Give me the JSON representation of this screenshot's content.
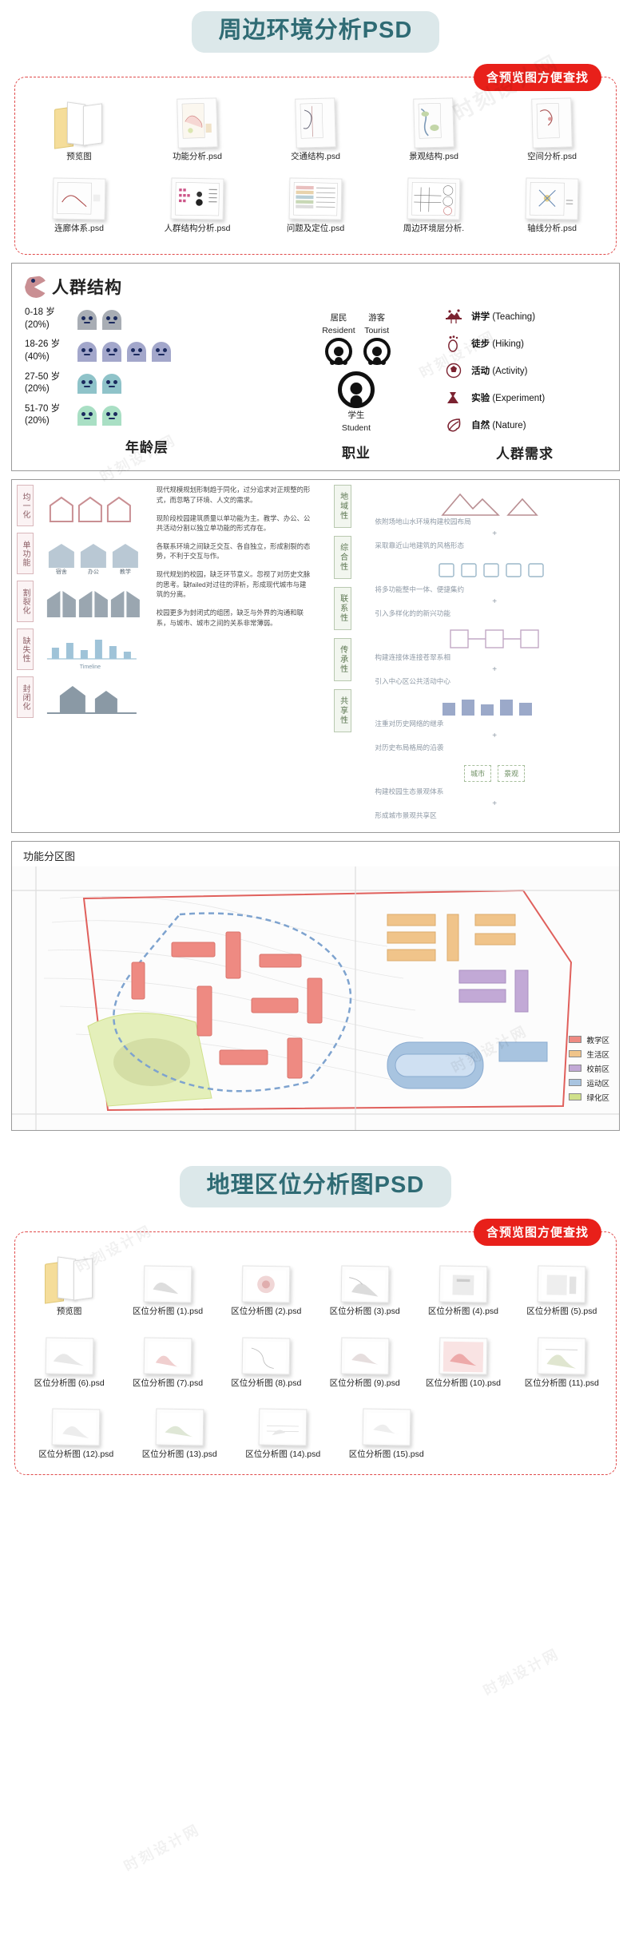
{
  "watermark": "时刻设计网",
  "sections": [
    {
      "id": "surrounding",
      "banner_title": "周边环境分析PSD",
      "ribbon": "含预览图方便查找",
      "rows": [
        [
          {
            "label": "预览图",
            "icon": "folder-icon"
          },
          {
            "label": "功能分析.psd",
            "icon": "psd-thumb"
          },
          {
            "label": "交通结构.psd",
            "icon": "psd-thumb"
          },
          {
            "label": "景观结构.psd",
            "icon": "psd-thumb"
          },
          {
            "label": "空间分析.psd",
            "icon": "psd-thumb"
          }
        ],
        [
          {
            "label": "连廊体系.psd",
            "icon": "psd-thumb"
          },
          {
            "label": "人群结构分析.psd",
            "icon": "psd-thumb"
          },
          {
            "label": "问题及定位.psd",
            "icon": "psd-thumb"
          },
          {
            "label": "周边环境层分析.",
            "icon": "psd-thumb"
          },
          {
            "label": "轴线分析.psd",
            "icon": "psd-thumb"
          }
        ]
      ]
    },
    {
      "id": "geo",
      "banner_title": "地理区位分析图PSD",
      "ribbon": "含预览图方便查找",
      "rows": [
        [
          {
            "label": "预览图",
            "icon": "folder-icon"
          },
          {
            "label": "区位分析图 (1).psd",
            "icon": "psd-thumb"
          },
          {
            "label": "区位分析图 (2).psd",
            "icon": "psd-thumb"
          },
          {
            "label": "区位分析图 (3).psd",
            "icon": "psd-thumb"
          },
          {
            "label": "区位分析图 (4).psd",
            "icon": "psd-thumb"
          },
          {
            "label": "区位分析图 (5).psd",
            "icon": "psd-thumb"
          }
        ],
        [
          {
            "label": "区位分析图 (6).psd",
            "icon": "psd-thumb"
          },
          {
            "label": "区位分析图 (7).psd",
            "icon": "psd-thumb"
          },
          {
            "label": "区位分析图 (8).psd",
            "icon": "psd-thumb"
          },
          {
            "label": "区位分析图 (9).psd",
            "icon": "psd-thumb"
          },
          {
            "label": "区位分析图 (10).psd",
            "icon": "psd-thumb"
          },
          {
            "label": "区位分析图 (11).psd",
            "icon": "psd-thumb"
          }
        ],
        [
          {
            "label": "区位分析图 (12).psd",
            "icon": "psd-thumb"
          },
          {
            "label": "区位分析图 (13).psd",
            "icon": "psd-thumb"
          },
          {
            "label": "区位分析图 (14).psd",
            "icon": "psd-thumb"
          },
          {
            "label": "区位分析图 (15).psd",
            "icon": "psd-thumb"
          }
        ]
      ]
    }
  ],
  "crowd": {
    "title": "人群结构",
    "age_column_title": "年龄层",
    "job_column_title": "职业",
    "need_column_title": "人群需求",
    "ages": [
      {
        "range": "0-18 岁",
        "percent": "(20%)",
        "count": 2,
        "color": "#a8adb4"
      },
      {
        "range": "18-26 岁",
        "percent": "(40%)",
        "count": 4,
        "color": "#a3a7cb"
      },
      {
        "range": "27-50 岁",
        "percent": "(20%)",
        "count": 2,
        "color": "#8fc3c9"
      },
      {
        "range": "51-70 岁",
        "percent": "(20%)",
        "count": 2,
        "color": "#a9dfc4"
      }
    ],
    "jobs": [
      {
        "cn": "居民",
        "en": "Resident"
      },
      {
        "cn": "游客",
        "en": "Tourist"
      },
      {
        "cn": "学生",
        "en": "Student"
      }
    ],
    "needs": [
      {
        "icon": "teaching-icon",
        "cn": "讲学",
        "en": "(Teaching)"
      },
      {
        "icon": "footprint-icon",
        "cn": "徒步",
        "en": "(Hiking)"
      },
      {
        "icon": "ball-icon",
        "cn": "活动",
        "en": "(Activity)"
      },
      {
        "icon": "flask-icon",
        "cn": "实验",
        "en": "(Experiment)"
      },
      {
        "icon": "leaf-icon",
        "cn": "自然",
        "en": "(Nature)"
      }
    ]
  },
  "strategy": {
    "problems": [
      {
        "label": "均一化",
        "text": "现代规模规划形制趋于同化，过分追求对正规整的形式，而忽略了环境、人文的需求。"
      },
      {
        "label": "单功能",
        "text": "现阶段校园建筑质量以单功能为主。教学、办公、公共活动分割以独立单功能的形式存在。",
        "icon_labels": [
          "宿舍",
          "办公",
          "教学"
        ]
      },
      {
        "label": "割裂化",
        "text": "各联系环境之间缺乏交互、各自独立，形成割裂的态势，不利于交互与作。"
      },
      {
        "label": "缺失性",
        "text": "现代规划的校园，缺乏环节意义。忽视了对历史文脉的思考。缺failed对过往的评析，形成现代城市与建筑的分离。",
        "icon_labels": [
          "Timeline"
        ]
      },
      {
        "label": "封闭化",
        "text": "校园更多为封闭式的组团，缺乏与外界的沟通和联系，与城市、城市之间的关系非常薄弱。"
      }
    ],
    "tags": [
      {
        "label": "地域性",
        "accent": "#c98f93"
      },
      {
        "label": "综合性",
        "accent": "#9bb7c9"
      },
      {
        "label": "联系性",
        "accent": "#c2a8c5"
      },
      {
        "label": "传承性",
        "accent": "#9ba9c9"
      },
      {
        "label": "共享性",
        "accent": "#a7bf9c"
      }
    ],
    "responses": [
      [
        "依附场地山水环境构建校园布局",
        "+",
        "采取靠近山地建筑的风格形态"
      ],
      [
        "将多功能整中一体、便捷集约",
        "+",
        "引入多样化的的新兴功能"
      ],
      [
        "构建连接体连接苍翠系相",
        "+",
        "引入中心区公共活动中心"
      ],
      [
        "注重对历史网络的继承",
        "+",
        "对历史布局格局的沿袭"
      ],
      [
        "构建校园生态景观体系",
        "+",
        "形成城市景观共享区"
      ]
    ],
    "city_tag": "城市",
    "landscape_tag": "景观"
  },
  "map": {
    "title": "功能分区图",
    "legend": [
      {
        "label": "教学区",
        "color": "#ee8a82"
      },
      {
        "label": "生活区",
        "color": "#f0c48a"
      },
      {
        "label": "校前区",
        "color": "#c2a9d6"
      },
      {
        "label": "运动区",
        "color": "#a8c4e0"
      },
      {
        "label": "绿化区",
        "color": "#cfe08a"
      }
    ]
  }
}
